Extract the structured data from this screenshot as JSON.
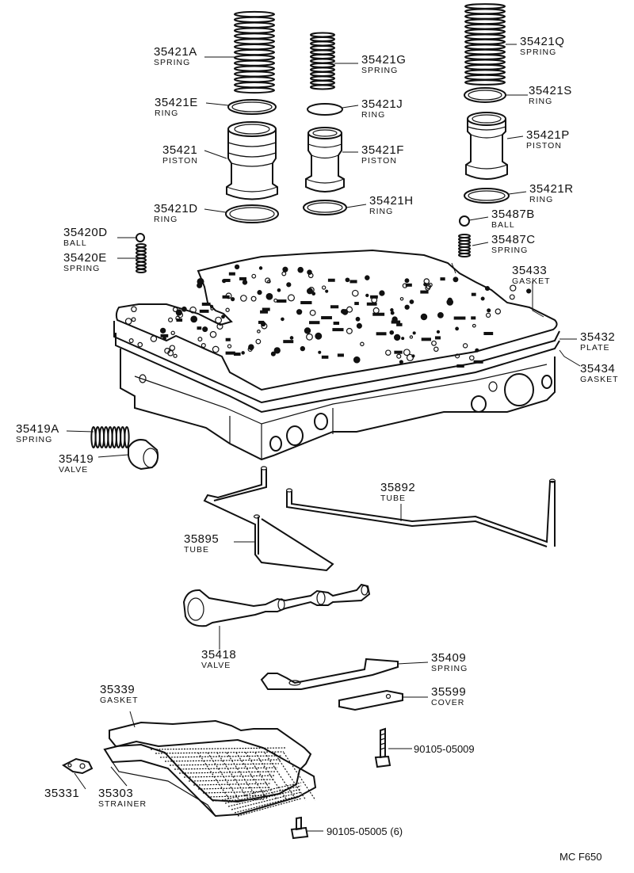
{
  "diagram_code": "MC F650",
  "parts": [
    {
      "id": "p35421A",
      "number": "35421A",
      "name": "SPRING"
    },
    {
      "id": "p35421G",
      "number": "35421G",
      "name": "SPRING"
    },
    {
      "id": "p35421Q",
      "number": "35421Q",
      "name": "SPRING"
    },
    {
      "id": "p35421E",
      "number": "35421E",
      "name": "RING"
    },
    {
      "id": "p35421J",
      "number": "35421J",
      "name": "RING"
    },
    {
      "id": "p35421S",
      "number": "35421S",
      "name": "RING"
    },
    {
      "id": "p35421",
      "number": "35421",
      "name": "PISTON"
    },
    {
      "id": "p35421F",
      "number": "35421F",
      "name": "PISTON"
    },
    {
      "id": "p35421P",
      "number": "35421P",
      "name": "PISTON"
    },
    {
      "id": "p35421D",
      "number": "35421D",
      "name": "RING"
    },
    {
      "id": "p35421H",
      "number": "35421H",
      "name": "RING"
    },
    {
      "id": "p35421R",
      "number": "35421R",
      "name": "RING"
    },
    {
      "id": "p35420D",
      "number": "35420D",
      "name": "BALL"
    },
    {
      "id": "p35420E",
      "number": "35420E",
      "name": "SPRING"
    },
    {
      "id": "p35487B",
      "number": "35487B",
      "name": "BALL"
    },
    {
      "id": "p35487C",
      "number": "35487C",
      "name": "SPRING"
    },
    {
      "id": "p35433",
      "number": "35433",
      "name": "GASKET"
    },
    {
      "id": "p35432",
      "number": "35432",
      "name": "PLATE"
    },
    {
      "id": "p35434",
      "number": "35434",
      "name": "GASKET"
    },
    {
      "id": "p35419A",
      "number": "35419A",
      "name": "SPRING"
    },
    {
      "id": "p35419",
      "number": "35419",
      "name": "VALVE"
    },
    {
      "id": "p35892",
      "number": "35892",
      "name": "TUBE"
    },
    {
      "id": "p35895",
      "number": "35895",
      "name": "TUBE"
    },
    {
      "id": "p35418",
      "number": "35418",
      "name": "VALVE"
    },
    {
      "id": "p35409",
      "number": "35409",
      "name": "SPRING"
    },
    {
      "id": "p35599",
      "number": "35599",
      "name": "COVER"
    },
    {
      "id": "p35339",
      "number": "35339",
      "name": "GASKET"
    },
    {
      "id": "p90105_05009",
      "number": "90105-05009",
      "name": ""
    },
    {
      "id": "p35331",
      "number": "35331",
      "name": ""
    },
    {
      "id": "p35303",
      "number": "35303",
      "name": "STRAINER"
    },
    {
      "id": "p90105_05005",
      "number": "90105-05005 (6)",
      "name": ""
    }
  ]
}
